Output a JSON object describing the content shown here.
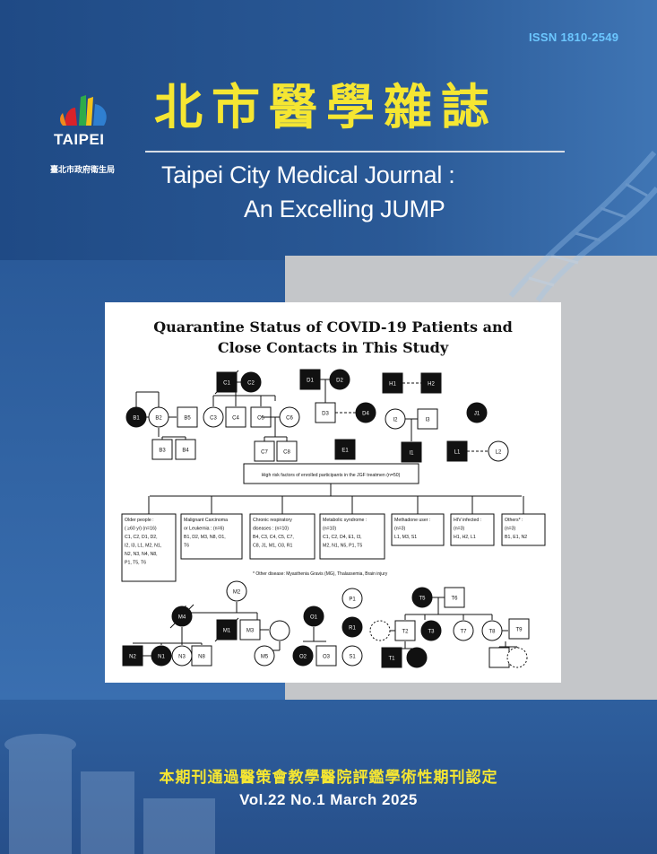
{
  "cover": {
    "issn": "ISSN 1810-2549",
    "logo_word": "TAIPEI",
    "logo_sub": "臺北市政府衛生局",
    "title_zh": "北市醫學雜誌",
    "title_en_line1": "Taipei City Medical Journal :",
    "title_en_line2": "An Excelling JUMP",
    "accreditation_zh": "本期刊通過醫策會教學醫院評鑑學術性期刊認定",
    "volume": "Vol.22  No.1  March  2025",
    "colors": {
      "accent_yellow": "#f5e632",
      "issn_blue": "#6cc7ff",
      "bg_blue": "#2b5e9e"
    }
  },
  "figure": {
    "title_line1": "Quarantine Status of COVID-19 Patients and",
    "title_line2": "Close Contacts in This Study",
    "nodes": {
      "C1": "C1",
      "C2": "C2",
      "C3": "C3",
      "C4": "C4",
      "C5": "C5",
      "C6": "C6",
      "C7": "C7",
      "C8": "C8",
      "B1": "B1",
      "B2": "B2",
      "B3": "B3",
      "B4": "B4",
      "B5": "B5",
      "D1": "D1",
      "D2": "D2",
      "D3": "D3",
      "D4": "D4",
      "H1": "H1",
      "H2": "H2",
      "I1": "I1",
      "I2": "I2",
      "I3": "I3",
      "J1": "J1",
      "E1": "E1",
      "L1": "L1",
      "L2": "L2",
      "M2": "M2",
      "M1": "M1",
      "M3": "M3",
      "M4": "M4",
      "M5": "M5",
      "N1": "N1",
      "N2": "N2",
      "N3": "N3",
      "N8": "N8",
      "O1": "O1",
      "O2": "O2",
      "O3": "O3",
      "P1": "P1",
      "R1": "R1",
      "S1": "S1",
      "T5": "T5",
      "T6": "T6",
      "T2": "T2",
      "T3": "T3",
      "T7": "T7",
      "T8": "T8",
      "T9": "T9",
      "T1": "T1"
    },
    "header_box": "High risk factors of enrolled participants in the JGF treatmen  (n=50)",
    "categories": [
      {
        "title": "Older people :",
        "sub": "( ≥60 y/)      (n=16)",
        "lines": [
          "C1, C2, D1, D2,",
          "I2, I3, L1, M2, N1,",
          "N2, N3, N4, N8,",
          "P1, T5, T6"
        ]
      },
      {
        "title": "Malignant Carcinoma",
        "sub": "or Leukemia :      (n=6)",
        "lines": [
          "B1, D2, M3, N8, O1,",
          "T6"
        ]
      },
      {
        "title": "Chronic respiratory",
        "sub": "diseases :        (n=10)",
        "lines": [
          "B4, C3, C4, C5, C7,",
          "C8, J1, M1, O3, R1"
        ]
      },
      {
        "title": "Metabolic syndrome :",
        "sub": "                  (n=10)",
        "lines": [
          "C1, C2, D4, E1, I3,",
          "M2, N1, N5, P1, T5"
        ]
      },
      {
        "title": "Methadone user :",
        "sub": "                   (n=3)",
        "lines": [
          "L1, M3, S1"
        ]
      },
      {
        "title": "HIV infected :",
        "sub": "          (n=3)",
        "lines": [
          "H1, H2, L1"
        ]
      },
      {
        "title": "Others* :",
        "sub": "         (n=3)",
        "lines": [
          "B1, E1, N2"
        ]
      }
    ],
    "footnote": "* Other disease: Myasthenia Gravis (MG), Thalassemia, Brain injury"
  }
}
